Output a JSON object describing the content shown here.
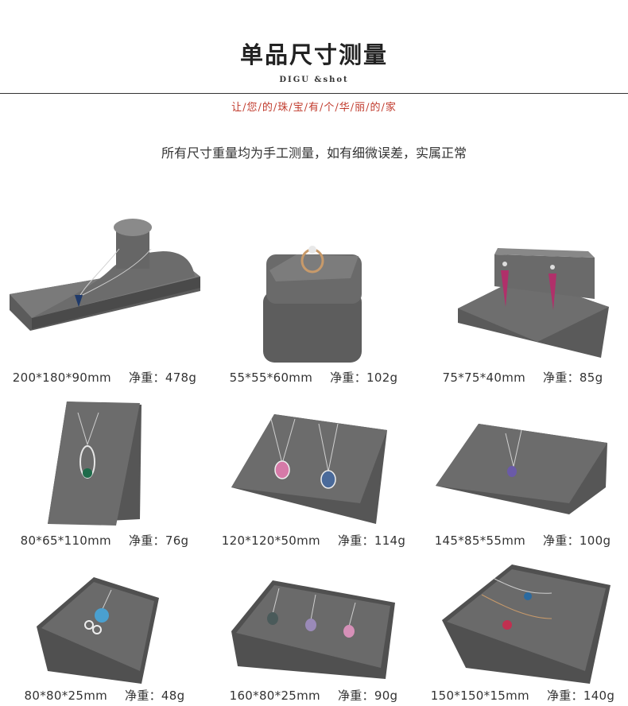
{
  "header": {
    "title": "单品尺寸测量",
    "subtitle": "DIGU &shot",
    "slogan": "让/您/的/珠/宝/有/个/华/丽/的/家"
  },
  "note": "所有尺寸重量均为手工测量，如有细微误差，实属正常",
  "colors": {
    "accent": "#c0392b",
    "display_gray": "#707070"
  },
  "products": [
    {
      "size": "200*180*90mm",
      "weight": "净重：478g"
    },
    {
      "size": "55*55*60mm",
      "weight": "净重：102g"
    },
    {
      "size": "75*75*40mm",
      "weight": "净重：85g"
    },
    {
      "size": "80*65*110mm",
      "weight": "净重：76g"
    },
    {
      "size": "120*120*50mm",
      "weight": "净重：114g"
    },
    {
      "size": "145*85*55mm",
      "weight": "净重：100g"
    },
    {
      "size": "80*80*25mm",
      "weight": "净重：48g"
    },
    {
      "size": "160*80*25mm",
      "weight": "净重：90g"
    },
    {
      "size": "150*150*15mm",
      "weight": "净重：140g"
    }
  ]
}
